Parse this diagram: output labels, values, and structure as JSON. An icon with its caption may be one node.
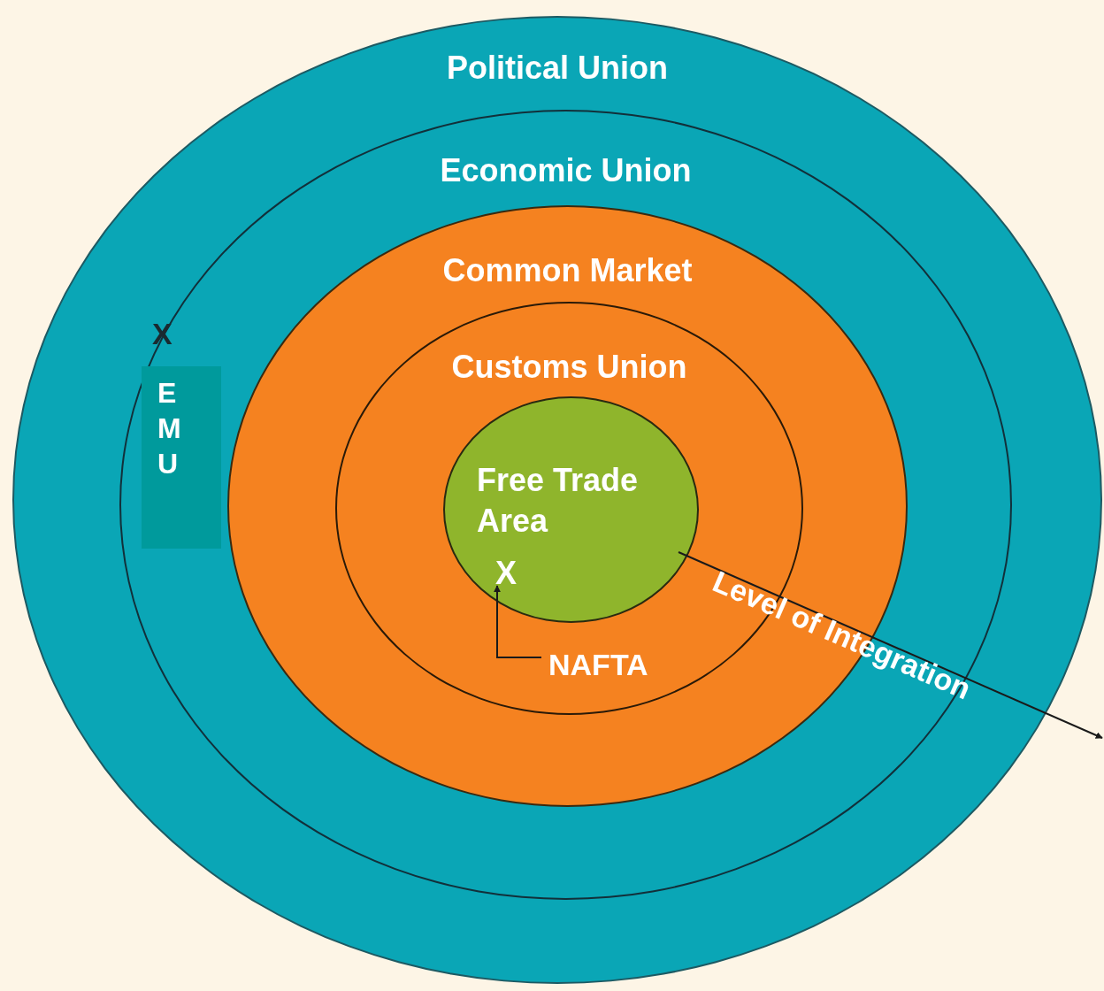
{
  "diagram": {
    "nodes": [
      {
        "text": [
          "Political Union"
        ]
      },
      {
        "text": [
          "Economic Union"
        ],
        "in": 0
      },
      {
        "text": [
          "Common Market"
        ],
        "in": 1
      },
      {
        "text": [
          "Customs Union"
        ],
        "in": 2
      },
      {
        "text": [
          "Free Trade Area"
        ],
        "in": 3
      },
      {
        "text": [
          "X"
        ],
        "in": 4
      },
      {
        "text": [
          "NAFTA"
        ],
        "in": 3
      },
      {
        "text": [
          "EMU"
        ],
        "in": 1
      }
    ],
    "edges": [
      {
        "from": 6,
        "to": 5,
        "arrow": "to"
      },
      {
        "from": 4,
        "to": null,
        "arrow": "to",
        "label": "Level of Integration"
      }
    ],
    "labels": [
      "X"
    ]
  }
}
